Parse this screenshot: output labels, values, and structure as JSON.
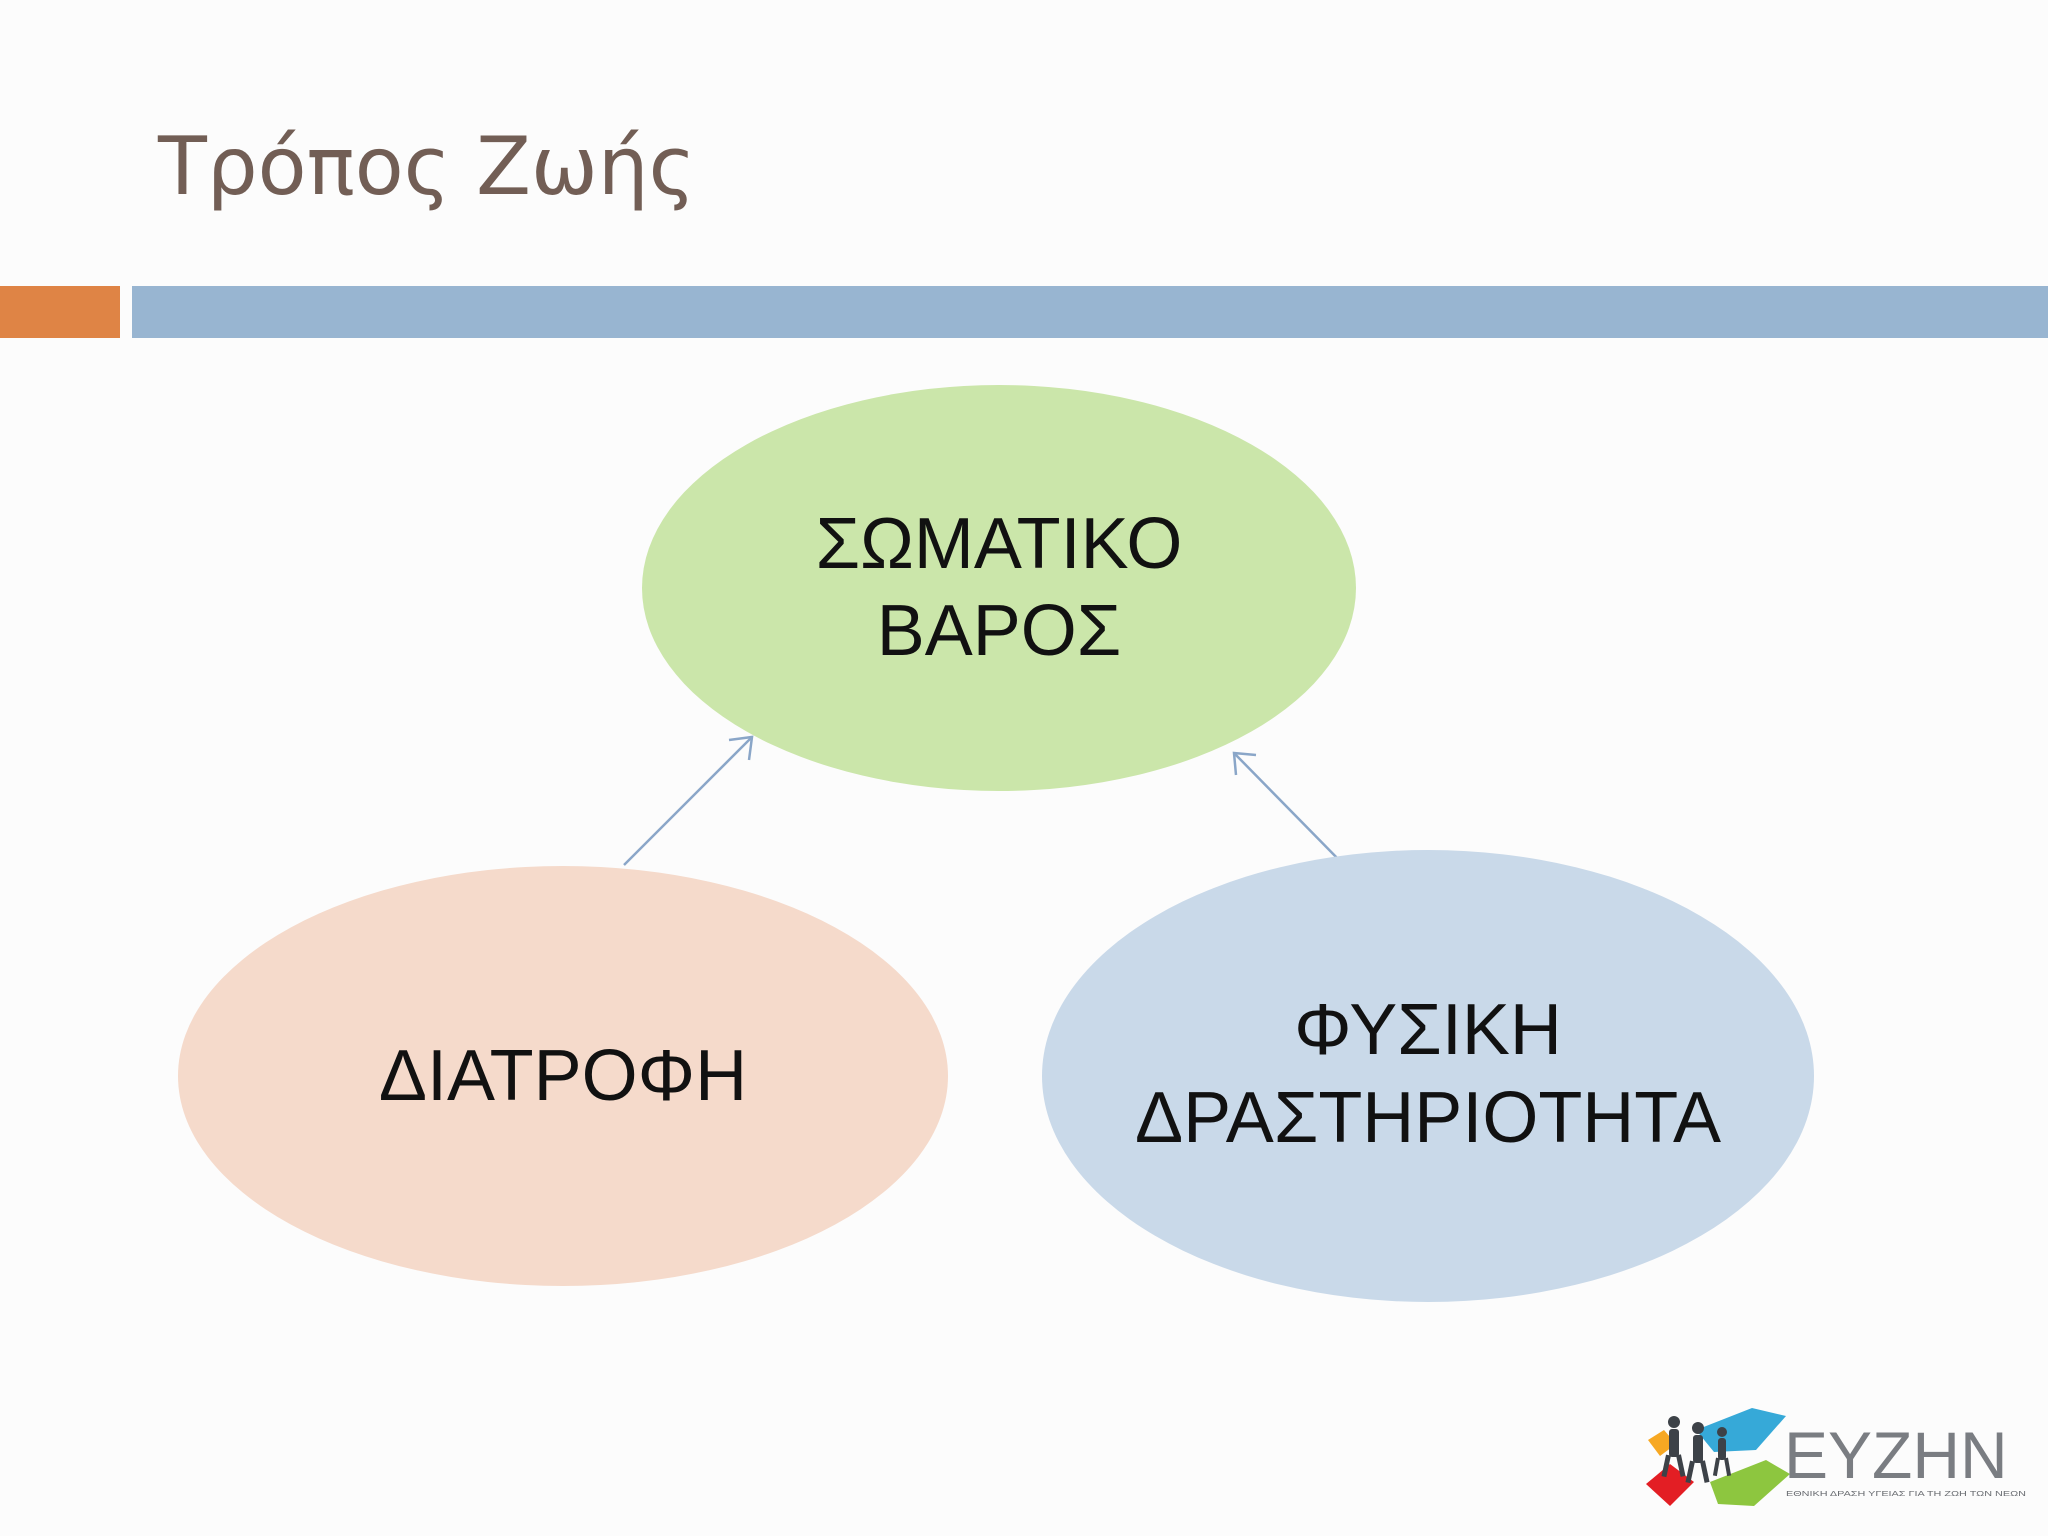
{
  "slide": {
    "title": "Τρόπος Ζωής"
  },
  "diagram": {
    "nodes": [
      {
        "id": "somatiko-varos",
        "lines": [
          "ΣΩΜΑΤΙΚΟ",
          "ΒΑΡΟΣ"
        ],
        "color": "#cbe6aa"
      },
      {
        "id": "diatrofi",
        "lines": [
          "ΔΙΑΤΡΟΦΗ"
        ],
        "color": "#f5dacb"
      },
      {
        "id": "fysiki-drastiriotita",
        "lines": [
          "ΦΥΣΙΚΗ",
          "ΔΡΑΣΤΗΡΙΟΤΗΤΑ"
        ],
        "color": "#c9d9e9"
      }
    ],
    "arrows": [
      {
        "from": "diatrofi",
        "to": "somatiko-varos"
      },
      {
        "from": "fysiki-drastiriotita",
        "to": "somatiko-varos"
      }
    ],
    "arrow_color": "#8aa6c8"
  },
  "colors": {
    "title": "#725e55",
    "accent_orange": "#df8445",
    "accent_blue": "#98b5d1",
    "background": "#fcfcfc"
  },
  "logo": {
    "word": "ΕΥΖΗΝ",
    "tagline": "ΕΘΝΙΚΗ ΔΡΑΣΗ ΥΓΕΙΑΣ ΓΙΑ ΤΗ ΖΩΗ ΤΩΝ ΝΕΩΝ"
  }
}
